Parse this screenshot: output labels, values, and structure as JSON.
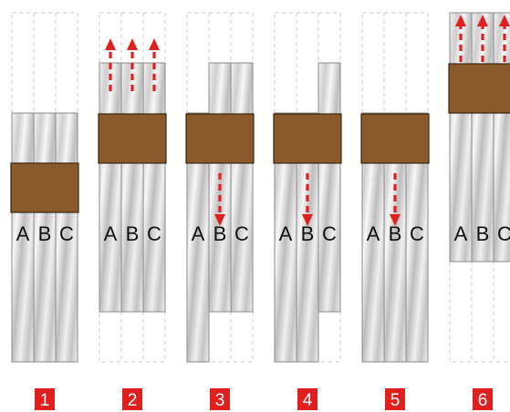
{
  "accent_color": "#e0201e",
  "block_color": "#8a5a2b",
  "bar_labels": [
    "A",
    "B",
    "C"
  ],
  "panels": [
    {
      "step": "1",
      "arrow": "none"
    },
    {
      "step": "2",
      "arrow": "up"
    },
    {
      "step": "3",
      "arrow": "down"
    },
    {
      "step": "4",
      "arrow": "down"
    },
    {
      "step": "5",
      "arrow": "down"
    },
    {
      "step": "6",
      "arrow": "up"
    }
  ]
}
